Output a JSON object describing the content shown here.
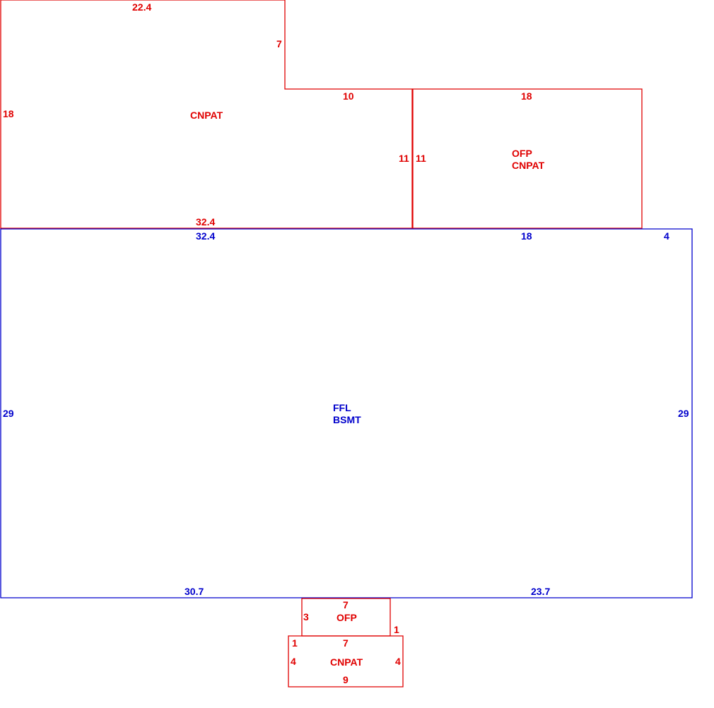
{
  "colors": {
    "porch_outline": "#e00000",
    "living_outline": "#0000cc",
    "background": "#ffffff"
  },
  "areas": {
    "upper_left": {
      "label": "CNPAT"
    },
    "upper_right": {
      "label_1": "OFP",
      "label_2": "CNPAT"
    },
    "main": {
      "label_1": "FFL",
      "label_2": "BSMT"
    },
    "front_porch": {
      "label": "OFP"
    },
    "front_patio": {
      "label": "CNPAT"
    }
  },
  "dimensions": {
    "ul_top": "22.4",
    "ul_notch": "7",
    "ul_step": "10",
    "ul_left": "18",
    "ul_right": "11",
    "ul_bottom": "32.4",
    "ur_top": "18",
    "ur_left": "11",
    "main_top_left": "32.4",
    "main_top_mid": "18",
    "main_top_right": "4",
    "main_left": "29",
    "main_right": "29",
    "main_bottom_left": "30.7",
    "main_bottom_right": "23.7",
    "porch_top": "7",
    "porch_left": "3",
    "porch_right": "1",
    "patio_left_step": "1",
    "patio_top": "7",
    "patio_left": "4",
    "patio_right": "4",
    "patio_bottom": "9"
  }
}
